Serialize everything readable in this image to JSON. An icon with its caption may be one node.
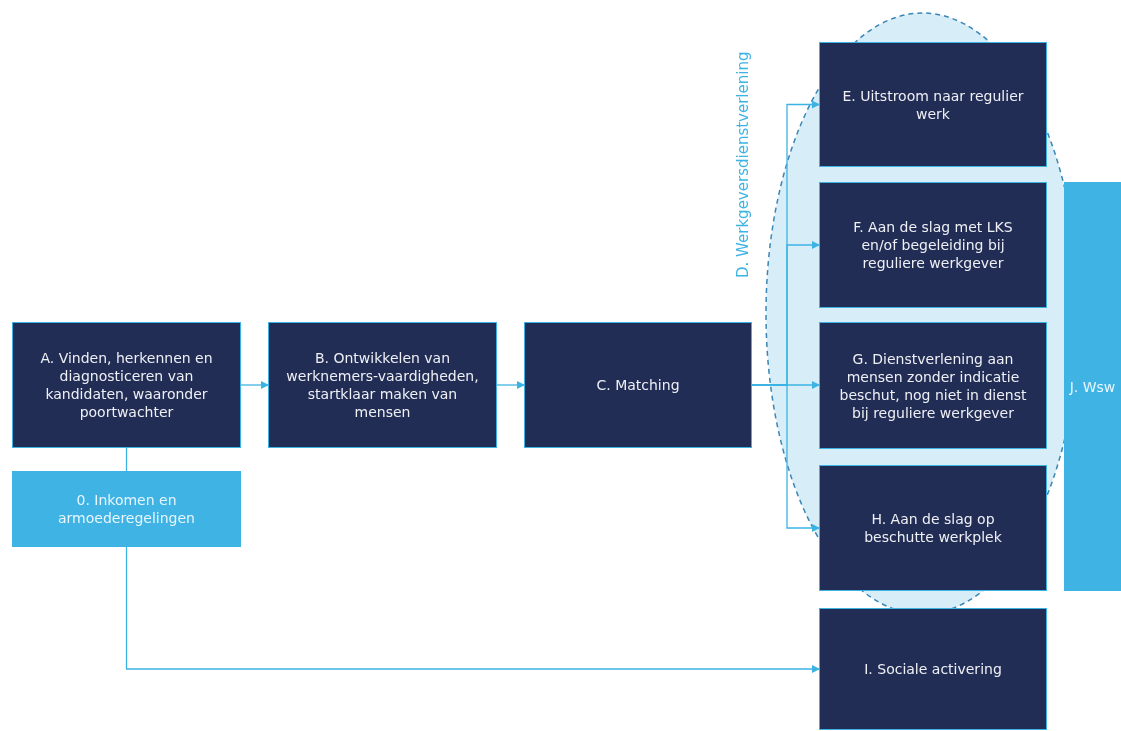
{
  "diagram": {
    "nodes": [
      {
        "text": [
          "A. Vinden, herkennen en diagnosticeren van kandidaten, waaronder poortwachter"
        ]
      },
      {
        "text": [
          "B. Ontwikkelen van werknemers-vaardigheden, startklaar maken van mensen"
        ]
      },
      {
        "text": [
          "C. Matching"
        ]
      },
      {
        "text": [
          "0. Inkomen en armoederegelingen"
        ]
      },
      {
        "text": [
          "D. Werkgeversdienstverlening"
        ]
      },
      {
        "text": [
          "E. Uitstroom naar regulier werk"
        ],
        "in": 4
      },
      {
        "text": [
          "F. Aan de slag met LKS en/of begeleiding bij reguliere werkgever"
        ],
        "in": 4
      },
      {
        "text": [
          "G. Dienstverlening aan mensen zonder indicatie beschut, nog niet in dienst bij reguliere werkgever"
        ],
        "in": 4
      },
      {
        "text": [
          "H. Aan de slag op beschutte werkplek"
        ],
        "in": 4
      },
      {
        "text": [
          "I. Sociale activering"
        ]
      },
      {
        "text": [
          "J. Wsw"
        ]
      }
    ],
    "edges": [
      {
        "from": 0,
        "to": 1,
        "arrow": "to"
      },
      {
        "from": 1,
        "to": 2,
        "arrow": "to"
      },
      {
        "from": 2,
        "to": 5,
        "arrow": "to"
      },
      {
        "from": 2,
        "to": 6,
        "arrow": "to"
      },
      {
        "from": 2,
        "to": 7,
        "arrow": "to"
      },
      {
        "from": 2,
        "to": 8,
        "arrow": "to"
      },
      {
        "from": 0,
        "to": 3,
        "arrow": "none"
      },
      {
        "from": 3,
        "to": 9,
        "arrow": "to"
      }
    ]
  }
}
